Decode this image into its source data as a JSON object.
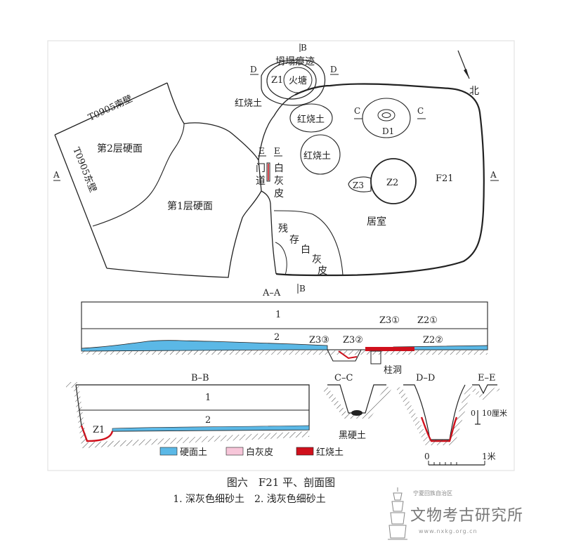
{
  "plan": {
    "labels": {
      "collapse_trace": "坍塌痕迹",
      "z1": "Z1",
      "fire_pit": "火塘",
      "burnt_soil": "红烧土",
      "south_wall": "T0905南壁",
      "east_wall": "T0905东壁",
      "layer2_floor": "第2层硬面",
      "layer1_floor": "第1层硬面",
      "door_char1": "门",
      "door_char2": "道",
      "white_char1": "白",
      "white_char2": "灰",
      "white_char3": "皮",
      "remnant_chars": [
        "残",
        "存",
        "白",
        "灰",
        "皮"
      ],
      "d1": "D1",
      "z2": "Z2",
      "z3": "Z3",
      "f21": "F21",
      "room": "居室",
      "north": "北",
      "sec_a": "A",
      "sec_b": "B",
      "sec_c": "C",
      "sec_d": "D",
      "sec_e": "E"
    }
  },
  "sections": {
    "aa_title": "A–A",
    "bb_title": "B–B",
    "cc_title": "C–C",
    "dd_title": "D–D",
    "ee_title": "E–E",
    "layer_1": "1",
    "layer_2": "2",
    "z3_3a": "Z3③",
    "z3_2": "Z3②",
    "z3_1": "Z3①",
    "z2_1": "Z2①",
    "z2_2": "Z2②",
    "post_hole": "柱洞",
    "black_soil": "黑硬土",
    "z1": "Z1",
    "scale_small": "0",
    "scale_small_unit": "10厘米",
    "scale_big_0": "0",
    "scale_big_unit": "1米"
  },
  "legend": [
    {
      "label": "硬面土",
      "color": "#5bb8e6"
    },
    {
      "label": "白灰皮",
      "color": "#f7c6d9"
    },
    {
      "label": "红烧土",
      "color": "#d0101c"
    }
  ],
  "caption": {
    "title": "图六　F21 平、剖面图",
    "notes": "1. 深灰色细砂土　2. 浅灰色细砂土"
  },
  "watermark": {
    "top": "宁夏回族自治区",
    "main": "文物考古研究所",
    "url": "www.nxkg.org.cn"
  }
}
